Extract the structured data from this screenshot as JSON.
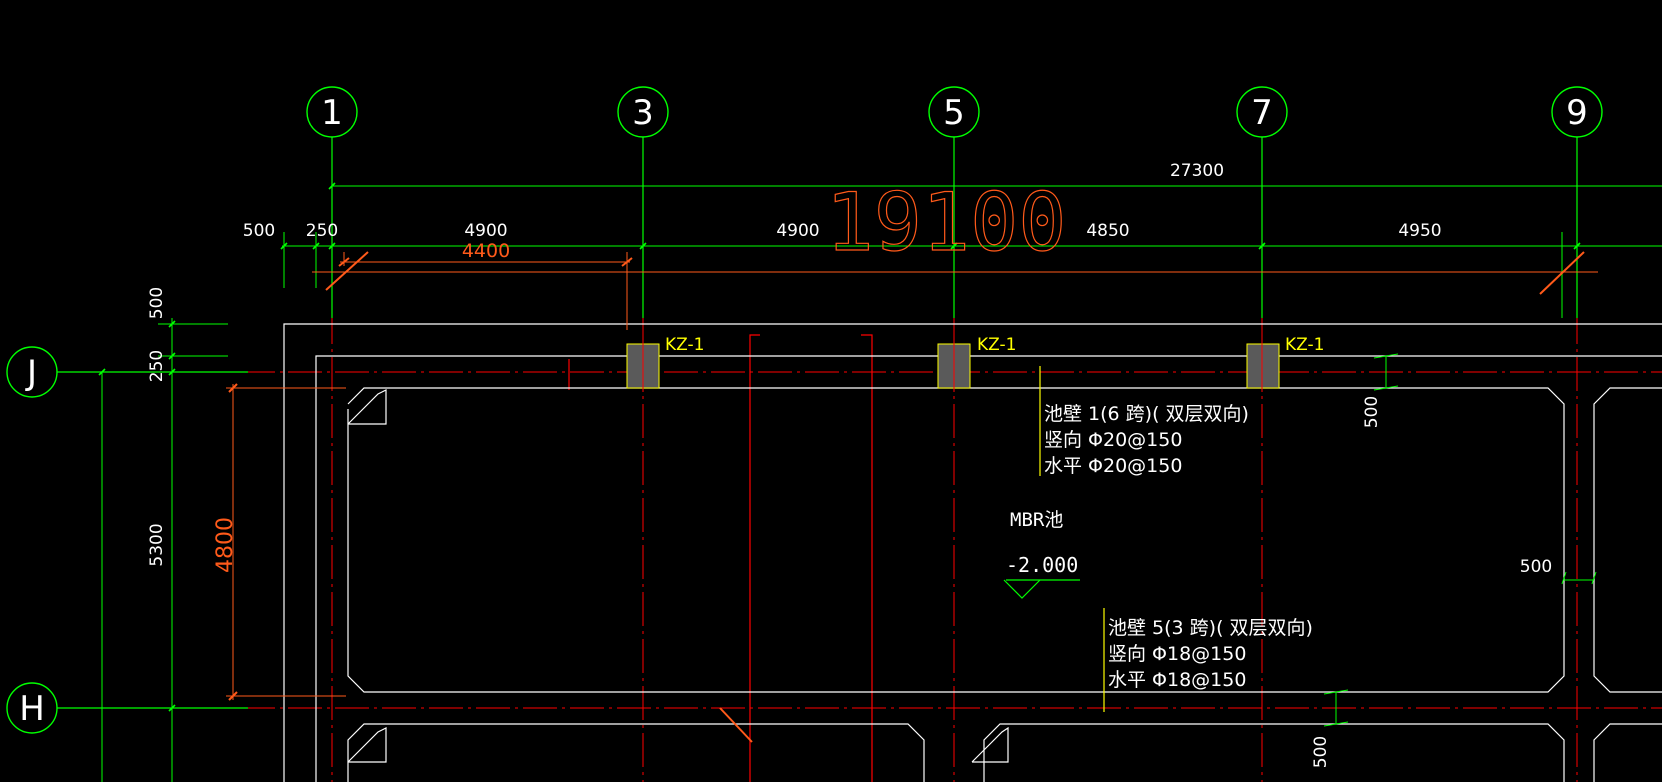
{
  "axes": {
    "vertical": [
      "1",
      "3",
      "5",
      "7",
      "9"
    ],
    "horizontal": [
      "J",
      "H"
    ]
  },
  "dimensions": {
    "overall_top": "27300",
    "large_orange": "19100",
    "spans": [
      "500",
      "250",
      "4900",
      "4900",
      "4850",
      "4950"
    ],
    "inner_orange_span": "4400",
    "left_vertical": [
      "500",
      "250",
      "5300"
    ],
    "inner_orange_height": "4800",
    "wall_right_upper": "500",
    "wall_right_mid": "500",
    "wall_bottom": "500"
  },
  "columns": {
    "label": "KZ-1"
  },
  "wall_notes": {
    "wall1": [
      "池壁 1(6  跨)( 双层双向)",
      "竖向 Φ20@150",
      "水平 Φ20@150"
    ],
    "wall5": [
      "池壁 5(3  跨)( 双层双向)",
      "竖向 Φ18@150",
      "水平 Φ18@150"
    ]
  },
  "room": {
    "name": "MBR池",
    "elevation": "-2.000"
  },
  "colors": {
    "background": "#000000",
    "axis_line": "#00ff00",
    "dim_line": "#00ff00",
    "dim_text": "#ffffff",
    "center_line": "#ff0000",
    "orange_dim": "#ff5a1a",
    "wall": "#ffffff",
    "column_fill": "#5a5a5a",
    "column_edge": "#ffff00",
    "label": "#ffff00"
  }
}
